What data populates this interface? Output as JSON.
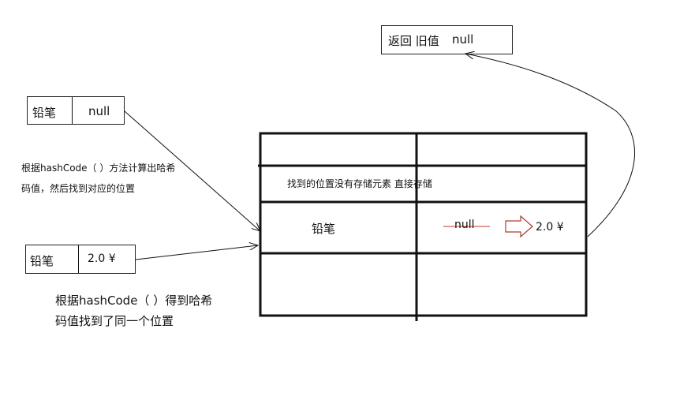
{
  "return_box": {
    "label": "返回 旧值",
    "value": "null"
  },
  "entry_top": {
    "key": "铅笔",
    "value": "null"
  },
  "note_top": {
    "line1": "根据hashCode（ ）方法计算出哈希",
    "line2": "码值，然后找到对应的位置"
  },
  "entry_bottom": {
    "key": "铅笔",
    "value": "2.0 ¥"
  },
  "note_bottom": {
    "line1": "根据hashCode（ ）得到哈希",
    "line2": "码值找到了同一个位置"
  },
  "table": {
    "row2_note": "找到的位置没有存储元素 直接存储",
    "row3_key": "铅笔",
    "row3_old_value": "null",
    "row3_new_value": "2.0 ¥"
  },
  "colors": {
    "line": "#111111",
    "arrow_outline": "#b03a2e",
    "strike": "#c0392b"
  }
}
